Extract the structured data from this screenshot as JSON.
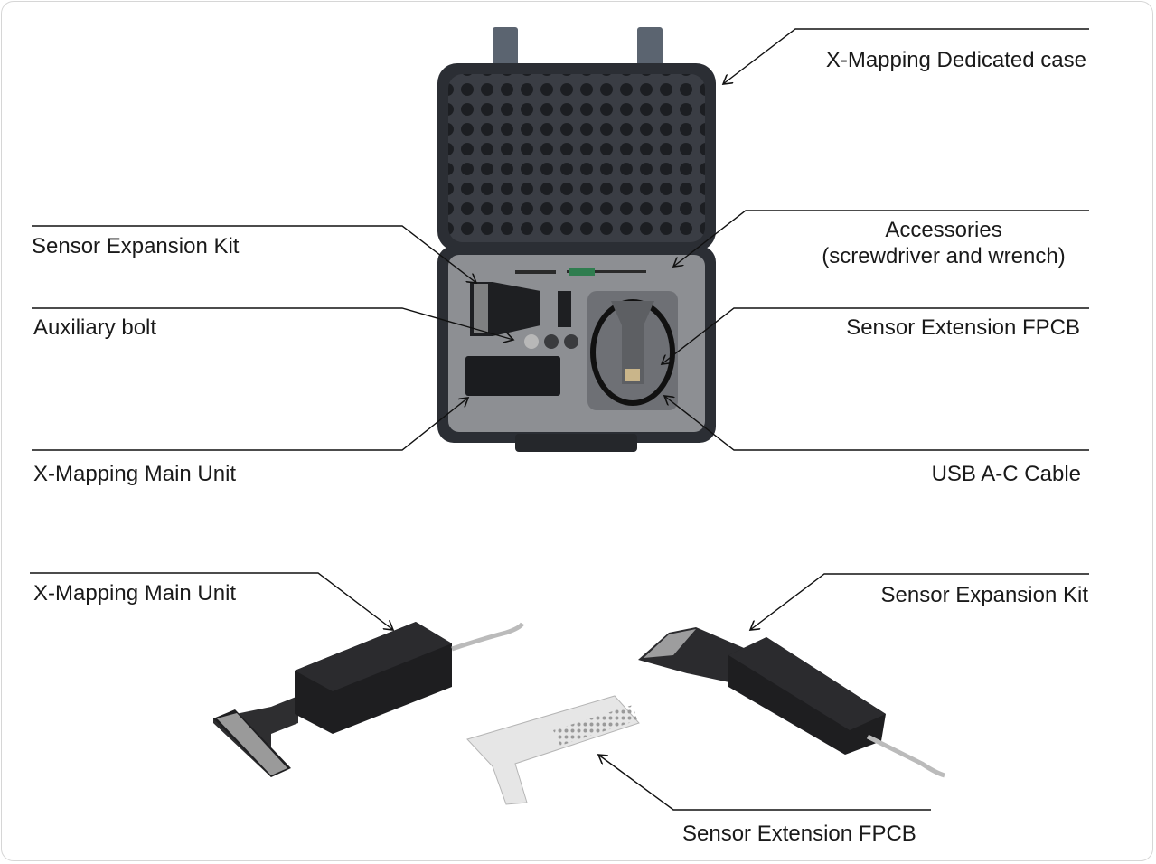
{
  "labels": {
    "dedicated_case": "X-Mapping Dedicated case",
    "sensor_expansion_kit_top": "Sensor Expansion Kit",
    "accessories_line1": "Accessories",
    "accessories_line2": "(screwdriver and wrench)",
    "auxiliary_bolt": "Auxiliary bolt",
    "sensor_extension_fpcb_top": "Sensor Extension FPCB",
    "main_unit_top": "X-Mapping Main Unit",
    "usb_cable": "USB A-C Cable",
    "main_unit_bottom": "X-Mapping Main Unit",
    "sensor_expansion_kit_bottom": "Sensor Expansion Kit",
    "sensor_extension_fpcb_bottom": "Sensor Extension FPCB"
  },
  "colors": {
    "case": "#2b2e34",
    "foam": "#8d8f93",
    "device": "#1f1f21",
    "fpcb": "#e6e6e6"
  }
}
